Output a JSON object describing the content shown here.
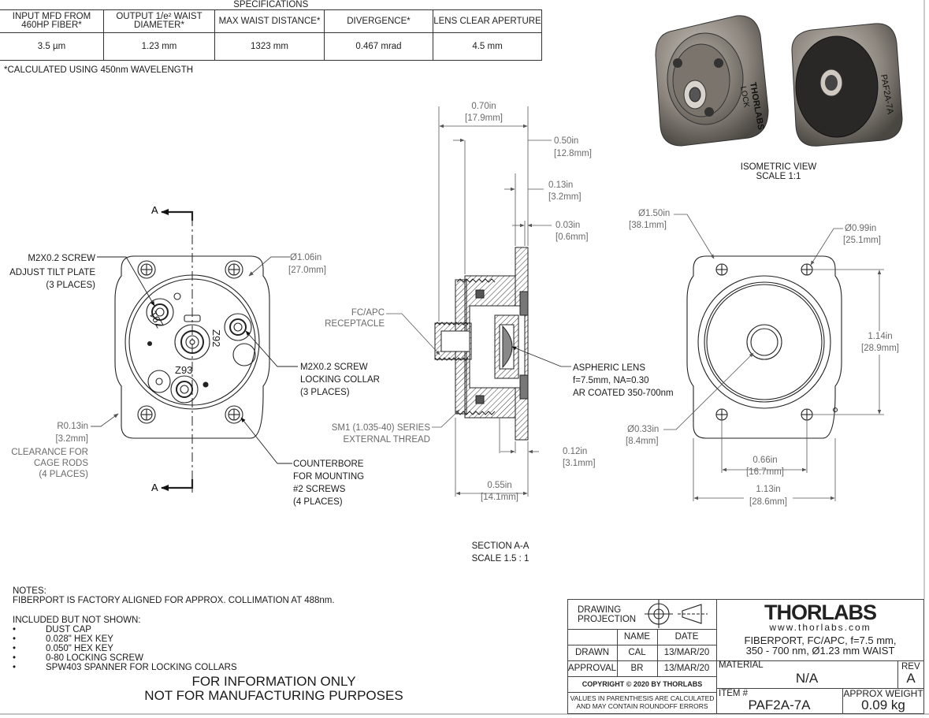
{
  "specs": {
    "caption": "SPECIFICATIONS",
    "headers": [
      "INPUT MFD FROM 460HP FIBER*",
      "OUTPUT 1/e² WAIST DIAMETER*",
      "MAX WAIST DISTANCE*",
      "DIVERGENCE*",
      "LENS CLEAR APERTURE"
    ],
    "values": [
      "3.5 µm",
      "1.23 mm",
      "1323 mm",
      "0.467 mrad",
      "4.5 mm"
    ],
    "footnote": "*CALCULATED USING 450nm WAVELENGTH"
  },
  "front_view": {
    "section_marker": "A",
    "engraving_1": "Z91",
    "engraving_2": "Z92",
    "engraving_3": "Z93",
    "callouts": {
      "tilt_screw": [
        "M2X0.2 SCREW",
        "ADJUST TILT PLATE",
        "(3 PLACES)"
      ],
      "body_dia": [
        "Ø1.06in",
        "[27.0mm]"
      ],
      "locking_screw": [
        "M2X0.2 SCREW",
        "LOCKING COLLAR",
        "(3 PLACES)"
      ],
      "radius": [
        "R0.13in",
        "[3.2mm]"
      ],
      "clearance": [
        "CLEARANCE FOR",
        "CAGE RODS",
        "(4 PLACES)"
      ],
      "counterbore": [
        "COUNTERBORE",
        "FOR MOUNTING",
        "#2 SCREWS",
        "(4 PLACES)"
      ]
    }
  },
  "section_view": {
    "dims": {
      "overall_len": [
        "0.70in",
        "[17.9mm]"
      ],
      "d050": [
        "0.50in",
        "[12.8mm]"
      ],
      "d013": [
        "0.13in",
        "[3.2mm]"
      ],
      "d003": [
        "0.03in",
        "[0.6mm]"
      ],
      "d012": [
        "0.12in",
        "[3.1mm]"
      ],
      "d055": [
        "0.55in",
        "[14.1mm]"
      ]
    },
    "callouts": {
      "receptacle": [
        "FC/APC",
        "RECEPTACLE"
      ],
      "lens": [
        "ASPHERIC LENS",
        "f=7.5mm, NA=0.30",
        "AR COATED 350-700nm"
      ],
      "thread": [
        "SM1 (1.035-40) SERIES",
        "EXTERNAL THREAD"
      ]
    },
    "title": [
      "SECTION A-A",
      "SCALE 1.5 : 1"
    ]
  },
  "iso_view": {
    "title": [
      "ISOMETRIC VIEW",
      "SCALE 1:1"
    ],
    "engraving_lock": "LOCK",
    "engraving_brand": "THORLABS",
    "engraving_part": "PAF2A-7A"
  },
  "rear_view": {
    "dims": {
      "d150": [
        "Ø1.50in",
        "[38.1mm]"
      ],
      "d099": [
        "Ø0.99in",
        "[25.1mm]"
      ],
      "d114": [
        "1.14in",
        "[28.9mm]"
      ],
      "d033": [
        "Ø0.33in",
        "[8.4mm]"
      ],
      "d066": [
        "0.66in",
        "[16.7mm]"
      ],
      "d113": [
        "1.13in",
        "[28.6mm]"
      ]
    }
  },
  "notes": {
    "heading": "NOTES:",
    "line": "FIBERPORT IS FACTORY ALIGNED FOR APPROX. COLLIMATION AT 488nm.",
    "included_heading": "INCLUDED BUT NOT SHOWN:",
    "included": [
      "DUST CAP",
      "0.028\" HEX KEY",
      "0.050\" HEX KEY",
      "0-80 LOCKING SCREW",
      "SPW403 SPANNER FOR LOCKING COLLARS"
    ],
    "disclaimer": [
      "FOR INFORMATION ONLY",
      "NOT FOR MANUFACTURING PURPOSES"
    ]
  },
  "title_block": {
    "projection": [
      "DRAWING",
      "PROJECTION"
    ],
    "col_name": "NAME",
    "col_date": "DATE",
    "drawn_label": "DRAWN",
    "drawn_name": "CAL",
    "drawn_date": "13/MAR/20",
    "approval_label": "APPROVAL",
    "approval_name": "BR",
    "approval_date": "13/MAR/20",
    "copyright": "COPYRIGHT © 2020 BY THORLABS",
    "values_note": [
      "VALUES IN PARENTHESIS ARE CALCULATED",
      "AND MAY CONTAIN ROUNDOFF ERRORS"
    ],
    "logo": "THORLABS",
    "website": "www.thorlabs.com",
    "description": [
      "FIBERPORT, FC/APC, f=7.5 mm,",
      "350 - 700 nm, Ø1.23 mm WAIST"
    ],
    "material_label": "MATERIAL",
    "material": "N/A",
    "rev_label": "REV",
    "rev": "A",
    "item_label": "ITEM #",
    "item": "PAF2A-7A",
    "weight_label": "APPROX WEIGHT",
    "weight": "0.09 kg"
  }
}
